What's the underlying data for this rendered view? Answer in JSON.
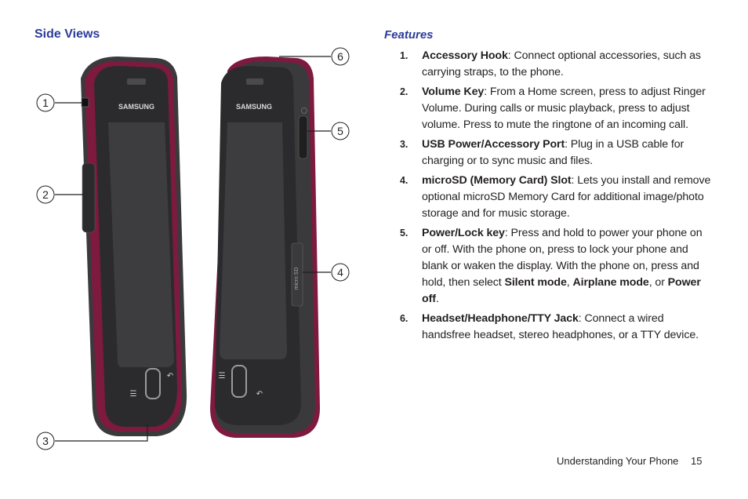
{
  "left_heading": "Side Views",
  "right_heading": "Features",
  "phone": {
    "logo_text": "SAMSUNG",
    "microsd_label": "micro SD",
    "callouts": [
      "1",
      "2",
      "3",
      "4",
      "5",
      "6"
    ]
  },
  "features": [
    {
      "num": "1.",
      "term": "Accessory Hook",
      "desc": ": Connect optional accessories, such as carrying straps, to the phone."
    },
    {
      "num": "2.",
      "term": "Volume Key",
      "desc": ": From a Home screen, press to adjust Ringer Volume. During calls or music playback, press to adjust volume. Press to mute the ringtone of an incoming call."
    },
    {
      "num": "3.",
      "term": "USB Power/Accessory Port",
      "desc": ": Plug in a USB cable for charging or to sync music and files."
    },
    {
      "num": "4.",
      "term": "microSD (Memory Card) Slot",
      "desc": ": Lets you install and remove optional microSD Memory Card for additional image/photo storage and for music storage."
    },
    {
      "num": "5.",
      "term": "Power/Lock key",
      "desc_a": ": Press and hold to power your phone on or off. With the phone on, press to lock your phone and blank or waken the display. With the phone on, press and hold, then select ",
      "opt1": "Silent mode",
      "sep1": ", ",
      "opt2": "Airplane mode",
      "sep2": ", or ",
      "opt3": "Power off",
      "end": "."
    },
    {
      "num": "6.",
      "term": "Headset/Headphone/TTY Jack",
      "desc": ": Connect a wired handsfree headset, stereo headphones, or a TTY device."
    }
  ],
  "footer": {
    "section": "Understanding Your Phone",
    "page": "15"
  },
  "colors": {
    "heading": "#2b3c9b",
    "phone_trim": "#7d1a3e",
    "phone_body": "#3a3a3c"
  }
}
